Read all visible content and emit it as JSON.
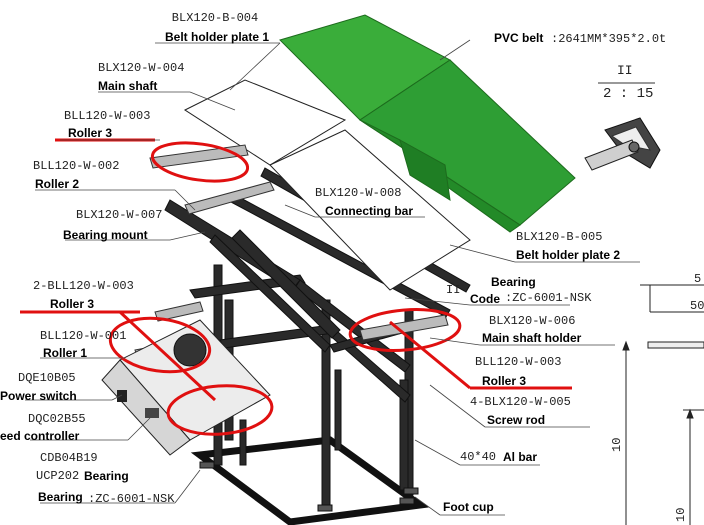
{
  "callouts": [
    {
      "code": "BLX120-B-004",
      "name": "Belt holder plate 1"
    },
    {
      "code": "BLX120-W-004",
      "name": "Main shaft"
    },
    {
      "code": "BLL120-W-003",
      "name": "Roller 3"
    },
    {
      "code": "BLL120-W-002",
      "name": "Roller 2"
    },
    {
      "code": "BLX120-W-007",
      "name": "Bearing mount"
    },
    {
      "code": "BLX120-W-008",
      "name": "Connecting bar"
    },
    {
      "code": "BLX120-B-005",
      "name": "Belt holder plate 2"
    },
    {
      "code": "2-BLL120-W-003",
      "name": "Roller 3"
    },
    {
      "code": "BLL120-W-001",
      "name": "Roller 1"
    },
    {
      "code": "DQE10B05",
      "name": "Power switch"
    },
    {
      "code": "DQC02B55",
      "name": "eed controller"
    },
    {
      "code": "CDB04B19",
      "name": ""
    },
    {
      "code": "UCP202",
      "name": "Bearing"
    },
    {
      "code": ":ZC-6001-NSK",
      "name": "Bearing"
    },
    {
      "code": ":ZC-6001-NSK",
      "name": "Bearing",
      "prefix": "Code"
    },
    {
      "code": "BLX120-W-006",
      "name": "Main shaft holder"
    },
    {
      "code": "BLL120-W-003",
      "name": "Roller 3"
    },
    {
      "code": "4-BLX120-W-005",
      "name": "Screw rod"
    },
    {
      "code": "40*40",
      "name": "Al bar"
    },
    {
      "code": "",
      "name": "Foot cup"
    }
  ],
  "pvc_belt": {
    "name": "PVC belt",
    "spec": ":2641MM*395*2.0t"
  },
  "detail_view": {
    "id": "II",
    "scale": "2 : 15"
  },
  "section_marker": "II",
  "dimensions": [
    "5",
    "50",
    "10",
    "10"
  ],
  "colors": {
    "belt": "#2e9e34",
    "highlight": "#e01010",
    "frame": "#1a1a1a"
  }
}
